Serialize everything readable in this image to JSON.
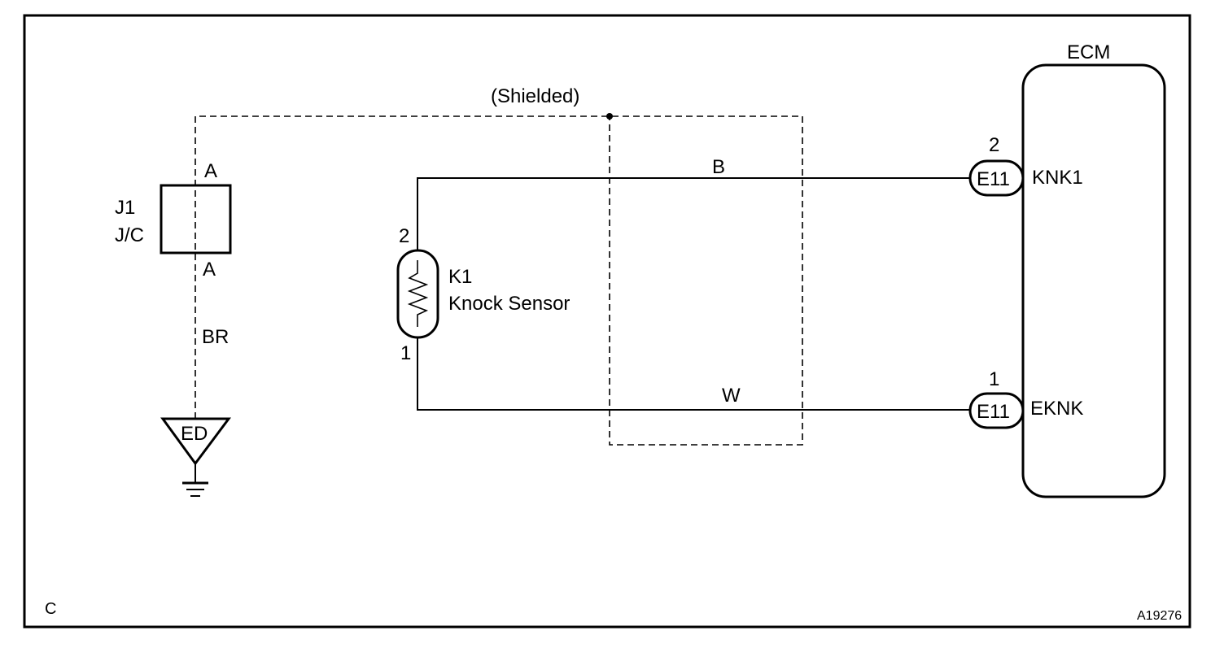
{
  "corner_label": "C",
  "figure_code": "A19276",
  "shield_label": "(Shielded)",
  "junction": {
    "id": "J1",
    "name": "J/C",
    "pin_top": "A",
    "pin_bottom": "A",
    "wire_color": "BR"
  },
  "ground": {
    "label": "ED"
  },
  "sensor": {
    "id": "K1",
    "name": "Knock Sensor",
    "pin_top": "2",
    "pin_bottom": "1"
  },
  "wires": {
    "upper_color": "B",
    "lower_color": "W"
  },
  "ecm": {
    "title": "ECM",
    "terminals": [
      {
        "pin": "2",
        "connector": "E11",
        "signal": "KNK1"
      },
      {
        "pin": "1",
        "connector": "E11",
        "signal": "EKNK"
      }
    ]
  }
}
